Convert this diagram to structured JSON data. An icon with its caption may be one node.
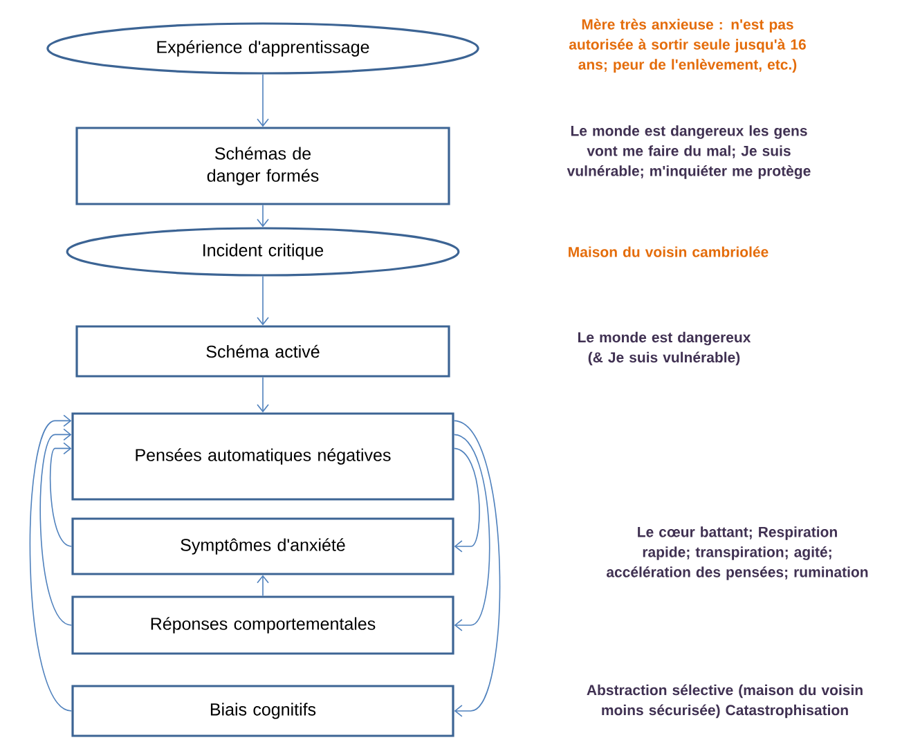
{
  "diagram": {
    "nodes": [
      {
        "text": [
          "Expérience d'apprentissage"
        ]
      },
      {
        "text": [
          "Schémas de danger formés"
        ]
      },
      {
        "text": [
          "Incident critique"
        ]
      },
      {
        "text": [
          "Schéma activé"
        ]
      },
      {
        "text": [
          "Pensées automatiques négatives"
        ]
      },
      {
        "text": [
          "Symptômes d'anxiété"
        ]
      },
      {
        "text": [
          "Réponses comportementales"
        ]
      },
      {
        "text": [
          "Biais cognitifs"
        ]
      }
    ],
    "edges": [
      {
        "from": 0,
        "to": 1,
        "arrow": "to"
      },
      {
        "from": 1,
        "to": 2,
        "arrow": "to"
      },
      {
        "from": 2,
        "to": 3,
        "arrow": "to"
      },
      {
        "from": 3,
        "to": 4,
        "arrow": "to"
      },
      {
        "from": 6,
        "to": 5,
        "arrow": "to"
      },
      {
        "from": 4,
        "to": 5,
        "arrow": "to"
      },
      {
        "from": 4,
        "to": 6,
        "arrow": "to"
      },
      {
        "from": 4,
        "to": 7,
        "arrow": "to"
      },
      {
        "from": 5,
        "to": 4,
        "arrow": "to"
      },
      {
        "from": 6,
        "to": 4,
        "arrow": "to"
      },
      {
        "from": 7,
        "to": 4,
        "arrow": "to"
      }
    ],
    "labels": [
      "Mère très anxieuse : n'est pas autorisée à sortir seule jusqu'à 16 ans; peur de l'enlèvement, etc.)",
      "Le monde est dangereux les gens vont me faire du mal; Je suis vulnérable; m'inquiéter me protège",
      "Maison du voisin cambriolée",
      "Le monde est dangereux (& Je suis vulnérable)",
      "Le cœur battant; Respiration rapide; transpiration; agité; accélération des pensées; rumination",
      "Abstraction sélective (maison du voisin moins sécurisée) Catastrophisation"
    ]
  }
}
